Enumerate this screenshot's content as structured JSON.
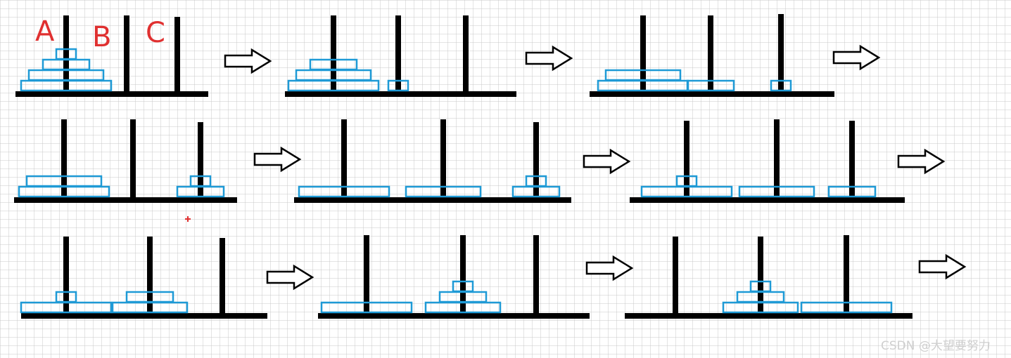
{
  "labels": {
    "a": "A",
    "b": "B",
    "c": "C"
  },
  "watermark": "CSDN @大望要努力",
  "colors": {
    "grid": "#c9c9c9",
    "rod": "#000000",
    "disk": "#1e9ad6",
    "label": "#e03030",
    "watermark": "#cfcfcf"
  },
  "steps": [
    {
      "name": "step-1",
      "pegs": [
        [
          4,
          3,
          2,
          1
        ],
        [],
        []
      ]
    },
    {
      "name": "step-2",
      "pegs": [
        [
          4,
          3,
          2
        ],
        [
          1
        ],
        []
      ]
    },
    {
      "name": "step-3",
      "pegs": [
        [
          4,
          3
        ],
        [
          2
        ],
        [
          1
        ]
      ]
    },
    {
      "name": "step-4",
      "pegs": [
        [
          4,
          3
        ],
        [],
        [
          2,
          1
        ]
      ]
    },
    {
      "name": "step-5",
      "pegs": [
        [
          4
        ],
        [
          3
        ],
        [
          2,
          1
        ]
      ]
    },
    {
      "name": "step-6",
      "pegs": [
        [
          4,
          1
        ],
        [
          3
        ],
        [
          2
        ]
      ]
    },
    {
      "name": "step-7",
      "pegs": [
        [
          4,
          1
        ],
        [
          3,
          2
        ],
        []
      ]
    },
    {
      "name": "step-8",
      "pegs": [
        [
          4
        ],
        [
          3,
          2,
          1
        ],
        []
      ]
    },
    {
      "name": "step-9",
      "pegs": [
        [],
        [
          3,
          2,
          1
        ],
        [
          4
        ]
      ]
    }
  ]
}
